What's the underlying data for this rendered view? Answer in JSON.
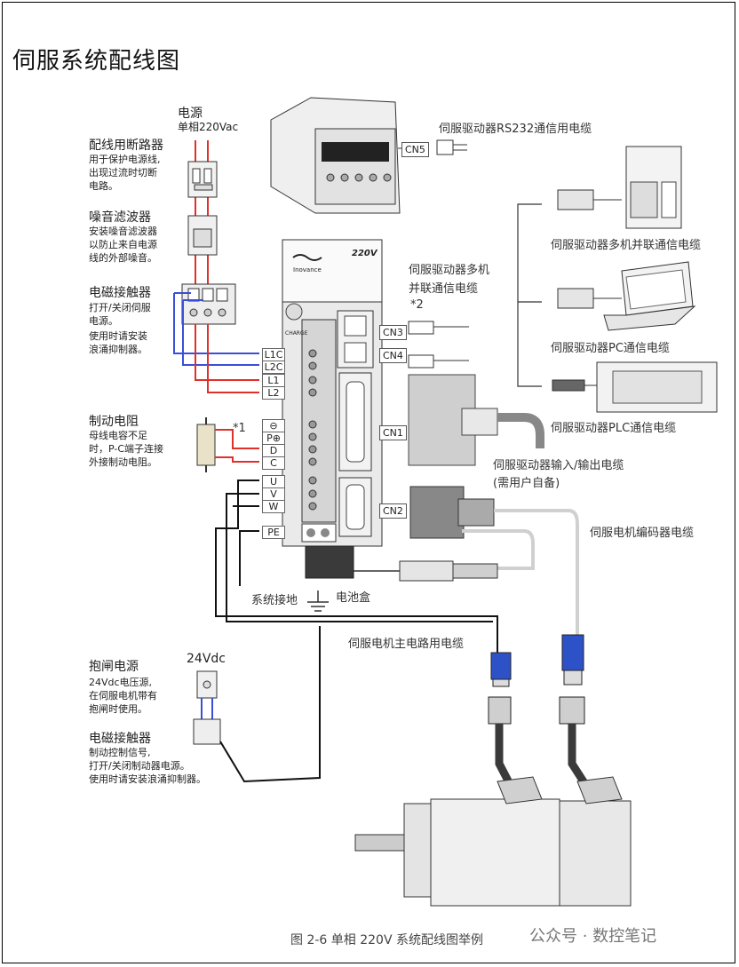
{
  "title": "伺服系统配线图",
  "power": {
    "title": "电源",
    "spec": "单相220Vac"
  },
  "breaker": {
    "title": "配线用断路器",
    "desc": [
      "用于保护电源线,",
      "出现过流时切断",
      "电路。"
    ]
  },
  "noise_filter": {
    "title": "噪音滤波器",
    "desc": [
      "安装噪音滤波器",
      "以防止来自电源",
      "线的外部噪音。"
    ]
  },
  "contactor": {
    "title": "电磁接触器",
    "desc": [
      "打开/关闭伺服",
      "电源。",
      "使用时请安装",
      "浪涌抑制器。"
    ]
  },
  "brake_resistor": {
    "title": "制动电阻",
    "desc": [
      "母线电容不足",
      "时，P-C端子连接",
      "外接制动电阻。"
    ],
    "note": "*1"
  },
  "brake_power": {
    "title": "抱闸电源",
    "voltage": "24Vdc",
    "desc": [
      "24Vdc电压源,",
      "在伺服电机带有",
      "抱闸时使用。"
    ]
  },
  "brake_contactor": {
    "title": "电磁接触器",
    "desc": [
      "制动控制信号,",
      "打开/关闭制动器电源。",
      "使用时请安装浪涌抑制器。"
    ]
  },
  "drive": {
    "model": "220V",
    "charge": "CHARGE",
    "brand_text": "Inovance"
  },
  "terminals_top": [
    "L1C",
    "L2C",
    "L1",
    "L2"
  ],
  "terminals_mid": [
    "⊖",
    "P⊕",
    "D",
    "C"
  ],
  "terminals_bot": [
    "U",
    "V",
    "W"
  ],
  "terminal_pe": "PE",
  "connectors": {
    "cn5": "CN5",
    "cn3": "CN3",
    "cn4": "CN4",
    "cn1": "CN1",
    "cn2": "CN2"
  },
  "labels": {
    "rs232": "伺服驱动器RS232通信用电缆",
    "multi_parallel": [
      "伺服驱动器多机",
      "并联通信电缆"
    ],
    "note2": "*2",
    "multi_parallel_right": "伺服驱动器多机并联通信电缆",
    "pc_cable": "伺服驱动器PC通信电缆",
    "plc_cable": "伺服驱动器PLC通信电缆",
    "io_cable": "伺服驱动器输入/输出电缆",
    "io_note": "(需用户自备)",
    "encoder_cable": "伺服电机编码器电缆",
    "ground": "系统接地",
    "battery": "电池盒",
    "main_cable": "伺服电机主电路用电缆"
  },
  "caption": "图 2-6 单相 220V 系统配线图举例",
  "watermark": "公众号 · 数控笔记",
  "colors": {
    "wire_red": "#e0302a",
    "wire_blue": "#3a4fd8",
    "wire_black": "#111111",
    "panel_gray": "#d8d8d8"
  }
}
